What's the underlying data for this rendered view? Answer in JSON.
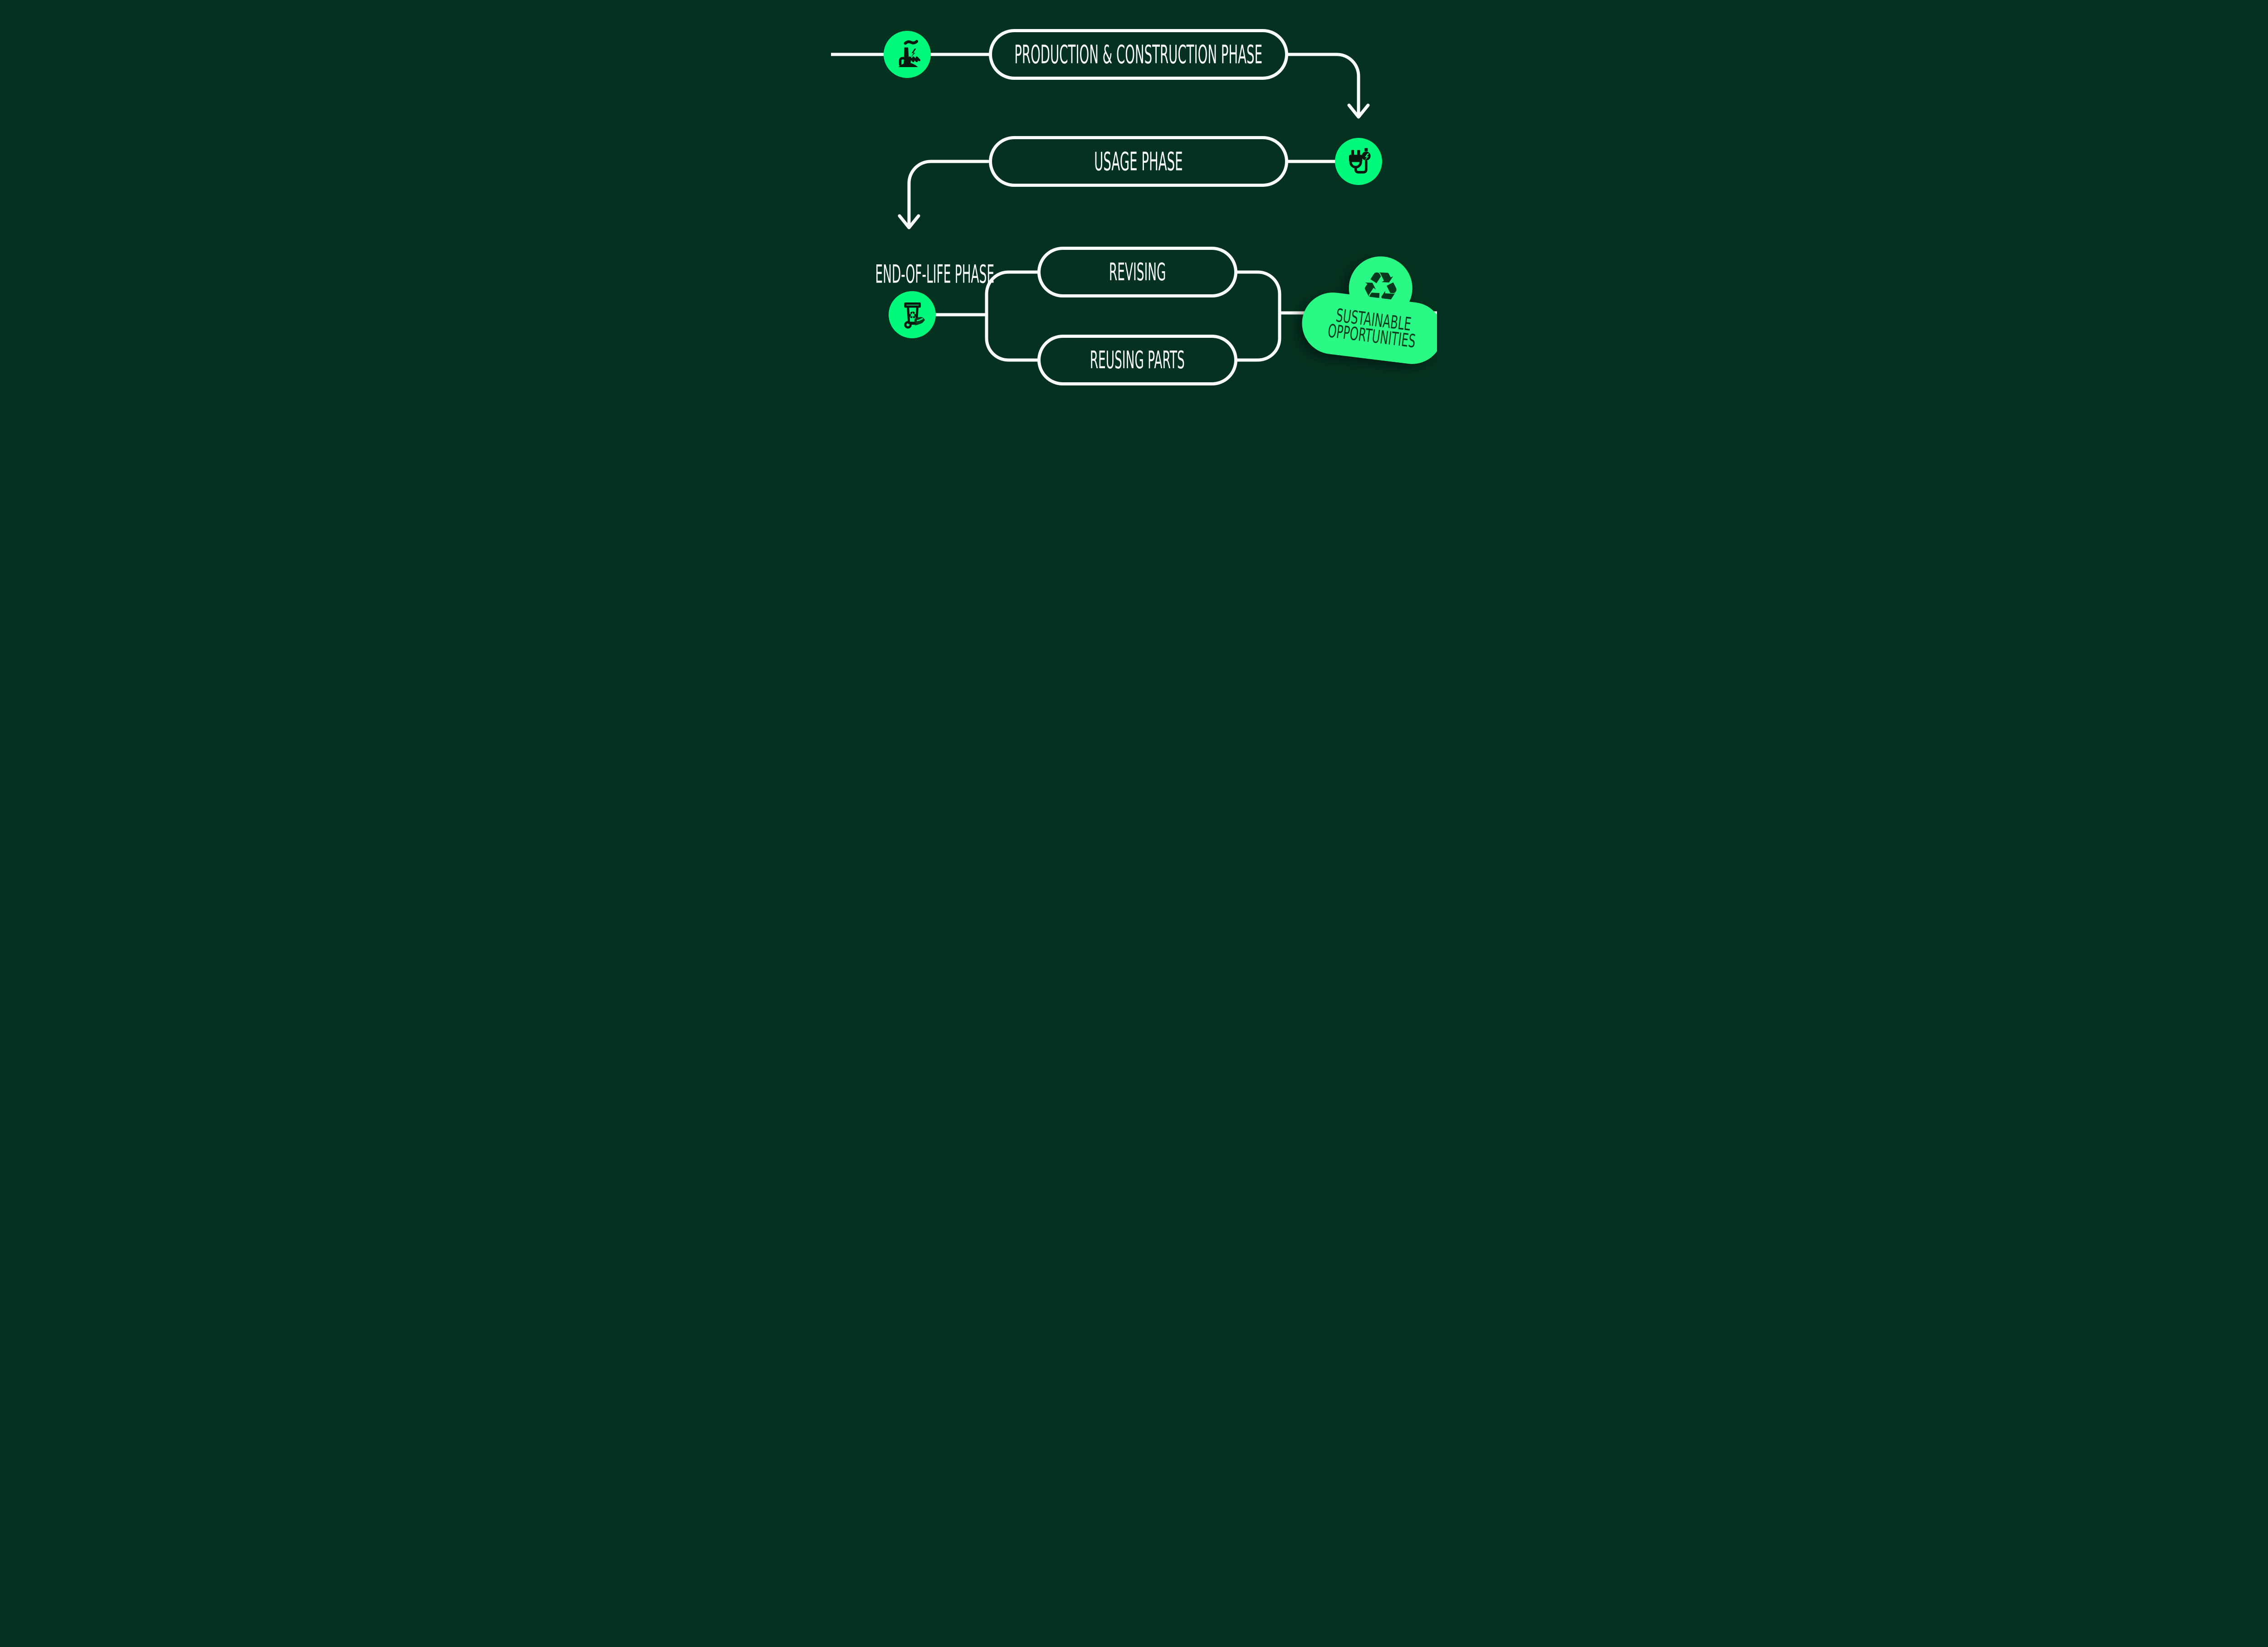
{
  "diagram": {
    "colors": {
      "background": "#053220",
      "node_green": "#00F87B",
      "blob_green": "#2BF985",
      "wire_white": "#FAFCF9",
      "icon_black": "#07180F",
      "dark_green_text": "#06391E"
    },
    "nodes": {
      "production": {
        "label": "PRODUCTION & CONSTRUCTION PHASE",
        "icon": "factory-energy-icon"
      },
      "usage": {
        "label": "USAGE PHASE",
        "icon": "power-plug-icon"
      },
      "end_of_life": {
        "label": "END-OF-LIFE PHASE",
        "icon": "recycling-bin-leaf-icon"
      },
      "revising": {
        "label": "REVISING"
      },
      "reusing_parts": {
        "label": "REUSING PARTS"
      },
      "sustainable_opportunities": {
        "label_line1": "SUSTAINABLE",
        "label_line2": "OPPORTUNITIES",
        "icon": "recycle-loop-icon"
      }
    }
  }
}
